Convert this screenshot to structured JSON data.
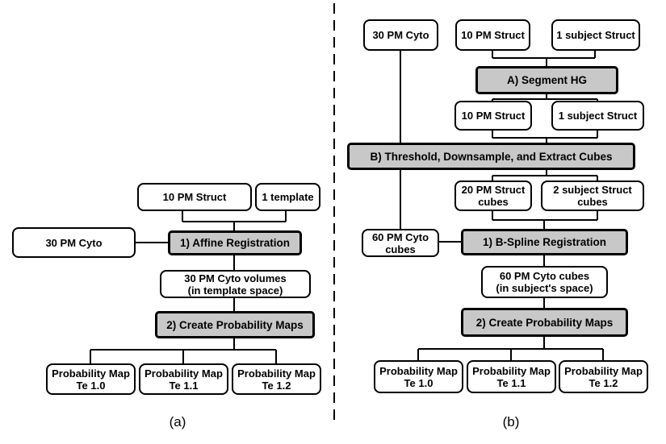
{
  "diagram": {
    "panel_a": {
      "caption": "(a)",
      "nodes": {
        "pm_struct": "10 PM Struct",
        "template": "1 template",
        "pm_cyto": "30 PM Cyto",
        "affine": "1) Affine Registration",
        "cyto_volumes": "30 PM Cyto volumes\n(in template space)",
        "create_maps": "2) Create Probability Maps",
        "map_te10": "Probability Map\nTe 1.0",
        "map_te11": "Probability Map\nTe 1.1",
        "map_te12": "Probability Map\nTe 1.2"
      }
    },
    "panel_b": {
      "caption": "(b)",
      "nodes": {
        "pm_cyto": "30 PM Cyto",
        "pm_struct_in": "10 PM Struct",
        "subject_struct_in": "1 subject Struct",
        "segment": "A) Segment HG",
        "pm_struct_out": "10 PM Struct",
        "subject_struct_out": "1 subject Struct",
        "threshold": "B) Threshold, Downsample, and Extract Cubes",
        "pm_struct_cubes": "20 PM Struct\ncubes",
        "subject_cubes": "2 subject Struct\ncubes",
        "cyto_cubes": "60 PM Cyto\ncubes",
        "bspline": "1) B-Spline Registration",
        "cyto_cubes_subject": "60 PM Cyto cubes\n(in subject's space)",
        "create_maps": "2) Create Probability Maps",
        "map_te10": "Probability Map\nTe 1.0",
        "map_te11": "Probability Map\nTe 1.1",
        "map_te12": "Probability Map\nTe 1.2"
      }
    }
  }
}
